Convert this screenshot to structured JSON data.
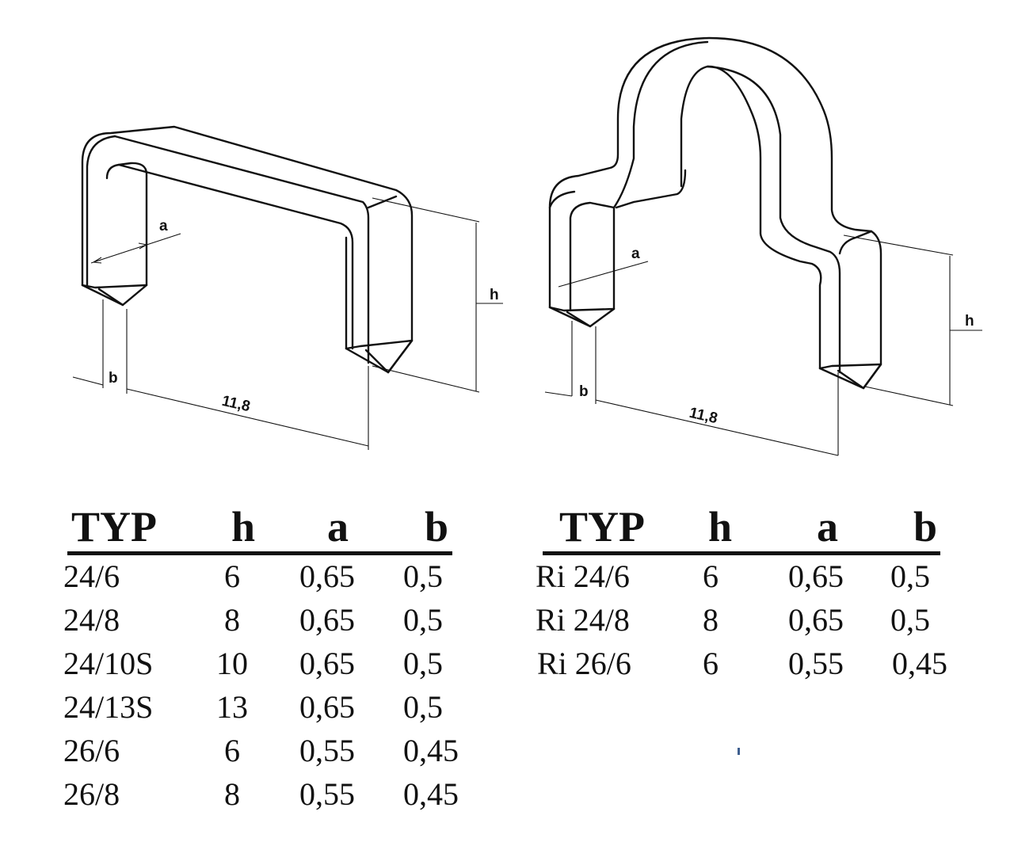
{
  "drawing": {
    "left_staple": {
      "label_a": "a",
      "label_b": "b",
      "label_h": "h",
      "width_dim": "11,8"
    },
    "right_staple": {
      "label_a": "a",
      "label_b": "b",
      "label_h": "h",
      "width_dim": "11,8"
    }
  },
  "table_left": {
    "headers": [
      "TYP",
      "h",
      "a",
      "b"
    ],
    "rows": [
      [
        "24/6",
        "6",
        "0,65",
        "0,5"
      ],
      [
        "24/8",
        "8",
        "0,65",
        "0,5"
      ],
      [
        "24/10S",
        "10",
        "0,65",
        "0,5"
      ],
      [
        "24/13S",
        "13",
        "0,65",
        "0,5"
      ],
      [
        "26/6",
        "6",
        "0,55",
        "0,45"
      ],
      [
        "26/8",
        "8",
        "0,55",
        "0,45"
      ]
    ]
  },
  "table_right": {
    "headers": [
      "TYP",
      "h",
      "a",
      "b"
    ],
    "rows": [
      [
        "Ri 24/6",
        "6",
        "0,65",
        "0,5"
      ],
      [
        "Ri 24/8",
        "8",
        "0,65",
        "0,5"
      ],
      [
        "Ri 26/6",
        "6",
        "0,55",
        "0,45"
      ]
    ]
  }
}
